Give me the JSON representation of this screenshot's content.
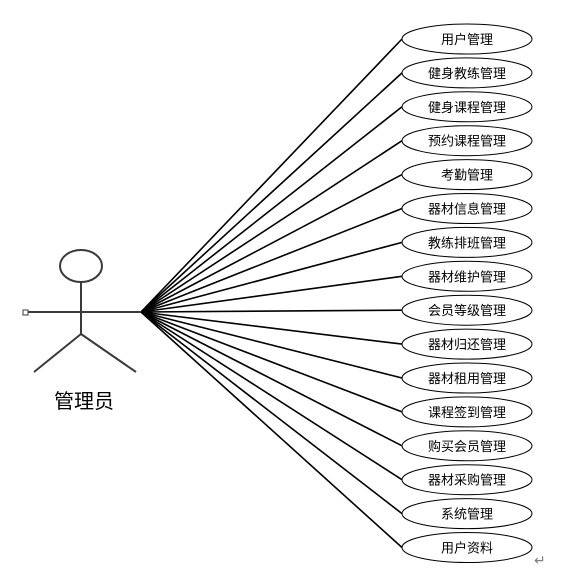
{
  "actor": {
    "label": "管理员"
  },
  "use_cases": [
    {
      "label": "用户管理"
    },
    {
      "label": "健身教练管理"
    },
    {
      "label": "健身课程管理"
    },
    {
      "label": "预约课程管理"
    },
    {
      "label": "考勤管理"
    },
    {
      "label": "器材信息管理"
    },
    {
      "label": "教练排班管理"
    },
    {
      "label": "器材维护管理"
    },
    {
      "label": "会员等级管理"
    },
    {
      "label": "器材归还管理"
    },
    {
      "label": "器材租用管理"
    },
    {
      "label": "课程签到管理"
    },
    {
      "label": "购买会员管理"
    },
    {
      "label": "器材采购管理"
    },
    {
      "label": "系统管理"
    },
    {
      "label": "用户资料"
    }
  ],
  "colors": {
    "line": "#000000",
    "ellipse_fill": "#ffffff",
    "actor_stroke": "#3a3a3a"
  },
  "paragraph_mark": "↵"
}
